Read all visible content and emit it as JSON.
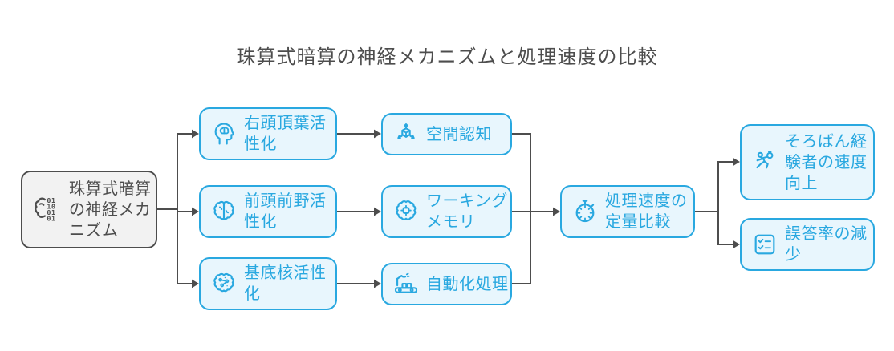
{
  "title": "珠算式暗算の神経メカニズムと処理速度の比較",
  "colors": {
    "accent_blue": "#29A8E0",
    "node_fill": "#E8F6FD",
    "neutral_gray": "#4D4D4D",
    "root_fill": "#F2F2F2",
    "background": "#FFFFFF"
  },
  "nodes": {
    "root": {
      "label": "珠算式暗算の神経メカニズム",
      "lines": [
        "珠算式暗算",
        "の神経メカ",
        "ニズム"
      ],
      "icon": "brain-binary-icon"
    },
    "mech1": {
      "label": "右頭頂葉活性化",
      "lines": [
        "右頭頂葉活",
        "性化"
      ],
      "icon": "head-brain-icon"
    },
    "mech2": {
      "label": "前頭前野活性化",
      "lines": [
        "前頭前野活",
        "性化"
      ],
      "icon": "brain-icon"
    },
    "mech3": {
      "label": "基底核活性化",
      "lines": [
        "基底核活性",
        "化"
      ],
      "icon": "brain-circuit-icon"
    },
    "func1": {
      "label": "空間認知",
      "lines": [
        "空間認知"
      ],
      "icon": "cube-axes-icon"
    },
    "func2": {
      "label": "ワーキングメモリ",
      "lines": [
        "ワーキング",
        "メモリ"
      ],
      "icon": "brain-chip-icon"
    },
    "func3": {
      "label": "自動化処理",
      "lines": [
        "自動化処理"
      ],
      "icon": "conveyor-icon"
    },
    "compare": {
      "label": "処理速度の定量比較",
      "lines": [
        "処理速度の",
        "定量比較"
      ],
      "icon": "stopwatch-icon"
    },
    "result1": {
      "label": "そろばん経験者の速度向上",
      "lines": [
        "そろばん経",
        "験者の速度",
        "向上"
      ],
      "icon": "runner-stopwatch-icon"
    },
    "result2": {
      "label": "誤答率の減少",
      "lines": [
        "誤答率の減",
        "少"
      ],
      "icon": "checklist-icon"
    }
  },
  "icons": {
    "brain_binary_rows": [
      "01",
      "10",
      "01",
      "01"
    ]
  },
  "edges": [
    [
      "root",
      "mech1"
    ],
    [
      "root",
      "mech2"
    ],
    [
      "root",
      "mech3"
    ],
    [
      "mech1",
      "func1"
    ],
    [
      "mech2",
      "func2"
    ],
    [
      "mech3",
      "func3"
    ],
    [
      "func1",
      "compare"
    ],
    [
      "func2",
      "compare"
    ],
    [
      "func3",
      "compare"
    ],
    [
      "compare",
      "result1"
    ],
    [
      "compare",
      "result2"
    ]
  ]
}
